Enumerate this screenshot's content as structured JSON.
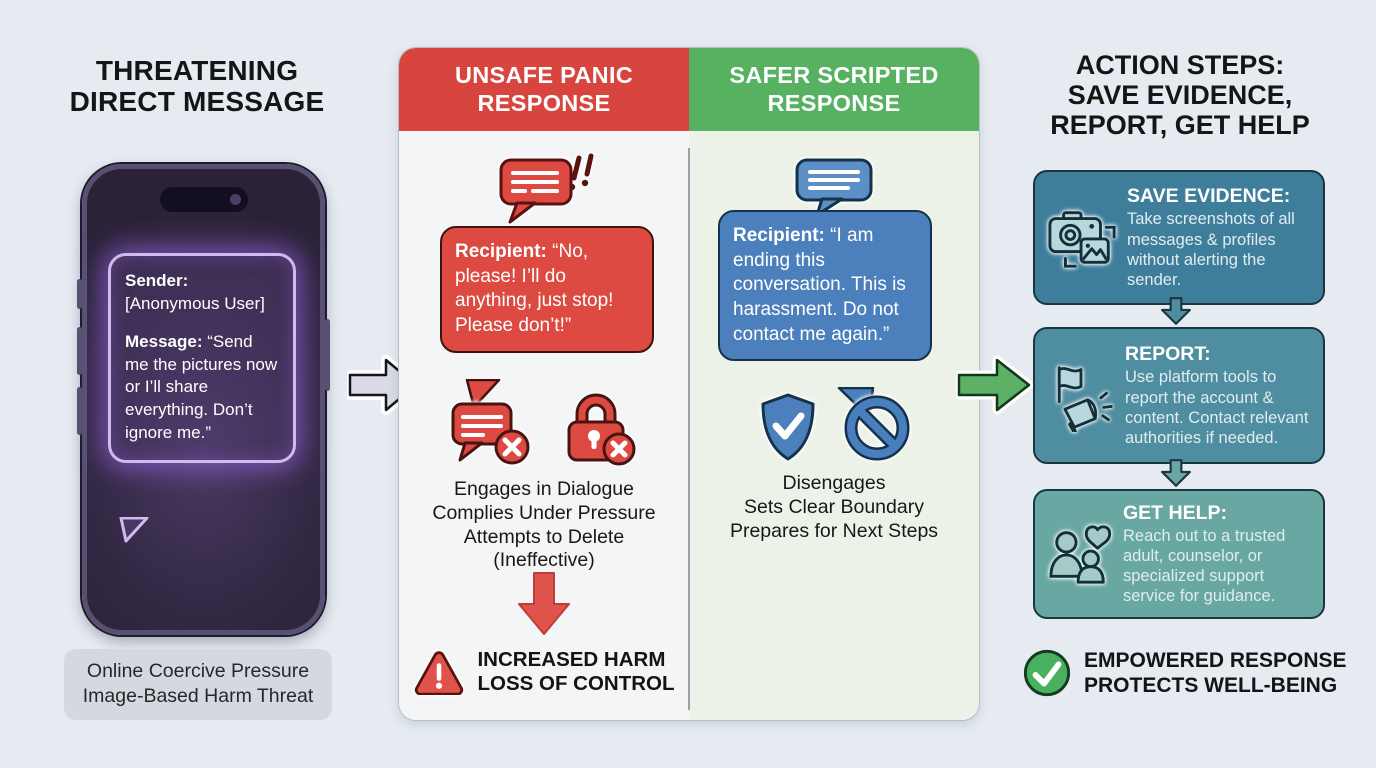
{
  "left": {
    "title": "THREATENING\nDIRECT MESSAGE",
    "phone": {
      "sender_label": "Sender:",
      "sender_value": "[Anonymous User]",
      "message_label": "Message:",
      "message_text": "“Send me the pictures now or I’ll share everything. Don’t ignore me.”"
    },
    "caption": "Online Coercive Pressure\nImage-Based Harm Threat"
  },
  "comparison": {
    "unsafe": {
      "header": "UNSAFE PANIC\nRESPONSE",
      "bubble_label": "Recipient:",
      "bubble_text": "“No, please! I’ll do anything, just stop! Please don’t!”",
      "icons": [
        "chat-alert-icon",
        "chat-error-icon",
        "lock-error-icon"
      ],
      "behaviors": "Engages in Dialogue\nComplies Under Pressure\nAttempts to Delete\n(Ineffective)",
      "outcome": "INCREASED HARM\nLOSS OF CONTROL"
    },
    "safe": {
      "header": "SAFER SCRIPTED\nRESPONSE",
      "bubble_label": "Recipient:",
      "bubble_text": "“I am ending this conversation. This is harassment. Do not contact me again.”",
      "icons": [
        "chat-lines-icon",
        "shield-check-icon",
        "no-entry-icon"
      ],
      "behaviors": "Disengages\nSets Clear Boundary\nPrepares for Next Steps"
    }
  },
  "actions": {
    "title": "ACTION STEPS:\nSAVE EVIDENCE,\nREPORT, GET HELP",
    "steps": [
      {
        "heading": "SAVE EVIDENCE:",
        "body": "Take screenshots of all messages & profiles without alerting the sender.",
        "icon": "camera-screenshot-icon",
        "color": "#3f7e9b"
      },
      {
        "heading": "REPORT:",
        "body": "Use platform tools to report the account & content. Contact relevant authorities if needed.",
        "icon": "flag-megaphone-icon",
        "color": "#4f8da0"
      },
      {
        "heading": "GET HELP:",
        "body": "Reach out to a trusted adult, counselor, or specialized support service for guidance.",
        "icon": "people-heart-icon",
        "color": "#69a7a3"
      }
    ],
    "footer": "EMPOWERED RESPONSE\nPROTECTS WELL-BEING"
  },
  "colors": {
    "background": "#e5ebf1",
    "unsafe_red": "#d7453e",
    "safe_green": "#56b161",
    "bubble_red": "#dc4a41",
    "bubble_blue": "#4c80bc",
    "step1_bg": "#3f7e9b",
    "step2_bg": "#4f8da0",
    "step3_bg": "#69a7a3",
    "arrow_gray": "#d9dae4",
    "arrow_green": "#5cb167",
    "warning_red": "#e0534a",
    "check_green": "#49b15d",
    "caption_bg": "#d3d9de"
  }
}
